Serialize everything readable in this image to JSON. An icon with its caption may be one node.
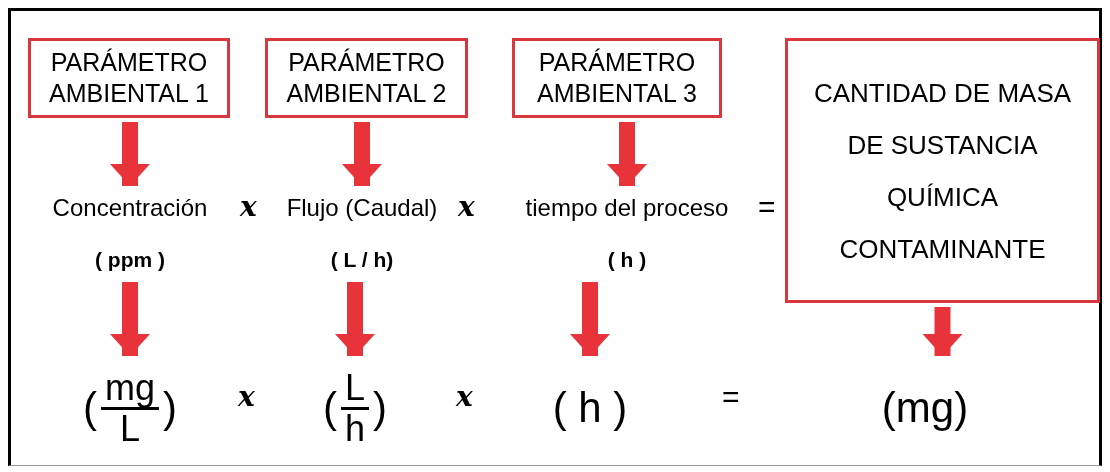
{
  "diagram": {
    "nodes": [
      {
        "text": [
          "PARÁMETRO AMBIENTAL 1"
        ]
      },
      {
        "text": [
          "PARÁMETRO AMBIENTAL 2"
        ]
      },
      {
        "text": [
          "PARÁMETRO AMBIENTAL 3"
        ]
      },
      {
        "text": [
          "CANTIDAD DE MASA DE SUSTANCIA QUÍMICA CONTAMINANTE"
        ]
      },
      {
        "text": [
          "Concentración",
          "( ppm )"
        ]
      },
      {
        "text": [
          "Flujo (Caudal)",
          "( L / h)"
        ]
      },
      {
        "text": [
          "tiempo del proceso",
          "( h )"
        ]
      },
      {
        "text": [
          "(",
          "mg",
          "L",
          ")"
        ]
      },
      {
        "text": [
          "(",
          "L",
          "h",
          ")"
        ]
      },
      {
        "text": [
          "( h )"
        ]
      },
      {
        "text": [
          "(mg)"
        ]
      }
    ],
    "edges": [
      {
        "from": 0,
        "to": 4,
        "arrow": "to"
      },
      {
        "from": 1,
        "to": 5,
        "arrow": "to"
      },
      {
        "from": 2,
        "to": 6,
        "arrow": "to"
      },
      {
        "from": 4,
        "to": 7,
        "arrow": "to"
      },
      {
        "from": 5,
        "to": 8,
        "arrow": "to"
      },
      {
        "from": 6,
        "to": 9,
        "arrow": "to"
      },
      {
        "from": 3,
        "to": 10,
        "arrow": "to"
      }
    ],
    "labels": [
      "x",
      "x",
      "=",
      "x",
      "x",
      "="
    ]
  }
}
